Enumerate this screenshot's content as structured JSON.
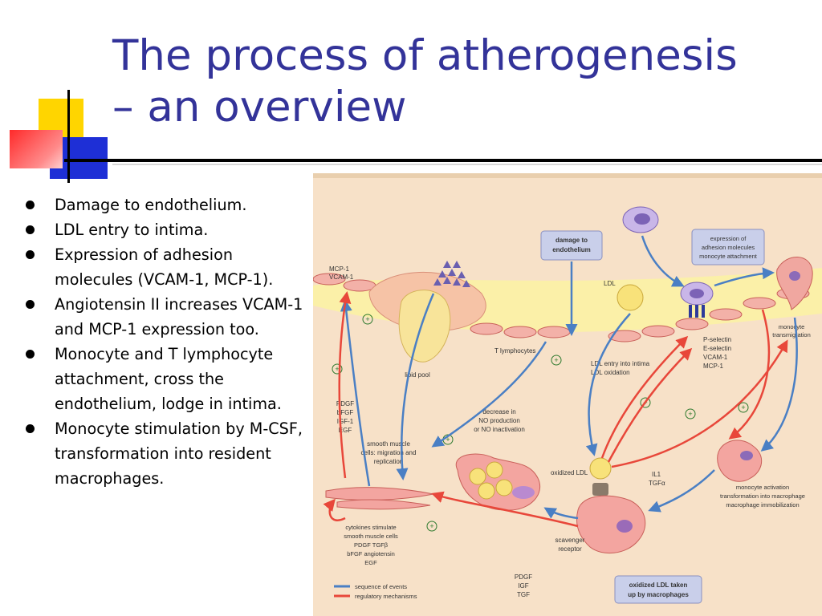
{
  "slide": {
    "title_line1": "The process of atherogenesis",
    "title_line2": "– an overview"
  },
  "bullets": [
    "Damage to endothelium.",
    "LDL entry to intima.",
    "Expression of adhesion molecules (VCAM-1, MCP-1).",
    "Angiotensin II increases VCAM-1 and MCP-1 expression too.",
    "Monocyte and T lymphocyte attachment, cross the endothelium, lodge in intima.",
    "Monocyte stimulation by M-CSF, transformation into resident macrophages."
  ],
  "diagram": {
    "labels": {
      "mcp1": "MCP-1",
      "vcam1": "VCAM-1",
      "lipid_pool": "lipid pool",
      "t_lymphocytes": "T lymphocytes",
      "damage_l1": "damage to",
      "damage_l2": "endothelium",
      "ldl": "LDL",
      "expr_l1": "expression of",
      "expr_l2": "adhesion molecules",
      "expr_l3": "monocyte attachment",
      "monocyte_l1": "monocyte",
      "monocyte_l2": "transmigration",
      "pselectin": "P-selectin",
      "eselectin": "E-selectin",
      "vcam1b": "VCAM-1",
      "mcp1b": "MCP-1",
      "ldl_entry_l1": "LDL entry into intima",
      "ldl_entry_l2": "LDL oxidation",
      "pdgf": "PDGF",
      "bfgf": "bFGF",
      "igf1": "IGF-1",
      "egf": "EGF",
      "smc_l1": "smooth muscle",
      "smc_l2": "cells: migration and",
      "smc_l3": "replication",
      "decrease_l1": "decrease in",
      "decrease_l2": "NO production",
      "decrease_l3": "or NO inactivation",
      "oxidized_ldl": "oxidized LDL",
      "il1": "IL1",
      "tgfa": "TGFα",
      "mono_act_l1": "monocyte activation",
      "mono_act_l2": "transformation into macrophage",
      "mono_act_l3": "macrophage immobilization",
      "cyto_l1": "cytokines stimulate",
      "cyto_l2": "smooth muscle cells",
      "cyto_l3": "PDGF TGFβ",
      "cyto_l4": "bFGF angiotensin",
      "cyto_l5": "EGF",
      "scav_l1": "scavenger",
      "scav_l2": "receptor",
      "pdgf2": "PDGF",
      "igf2": "IGF",
      "tgf2": "TGF",
      "oxldl_l1": "oxidized LDL taken",
      "oxldl_l2": "up by macrophages",
      "plus": "+"
    },
    "legend": {
      "blue": "sequence of events",
      "red": "regulatory mechanisms"
    },
    "colors": {
      "blue_arrow": "#4a7fc4",
      "red_arrow": "#e8473a",
      "background": "#f7e1c8",
      "vessel_band": "#fbf0a8",
      "box_fill": "#c9cfea"
    }
  }
}
